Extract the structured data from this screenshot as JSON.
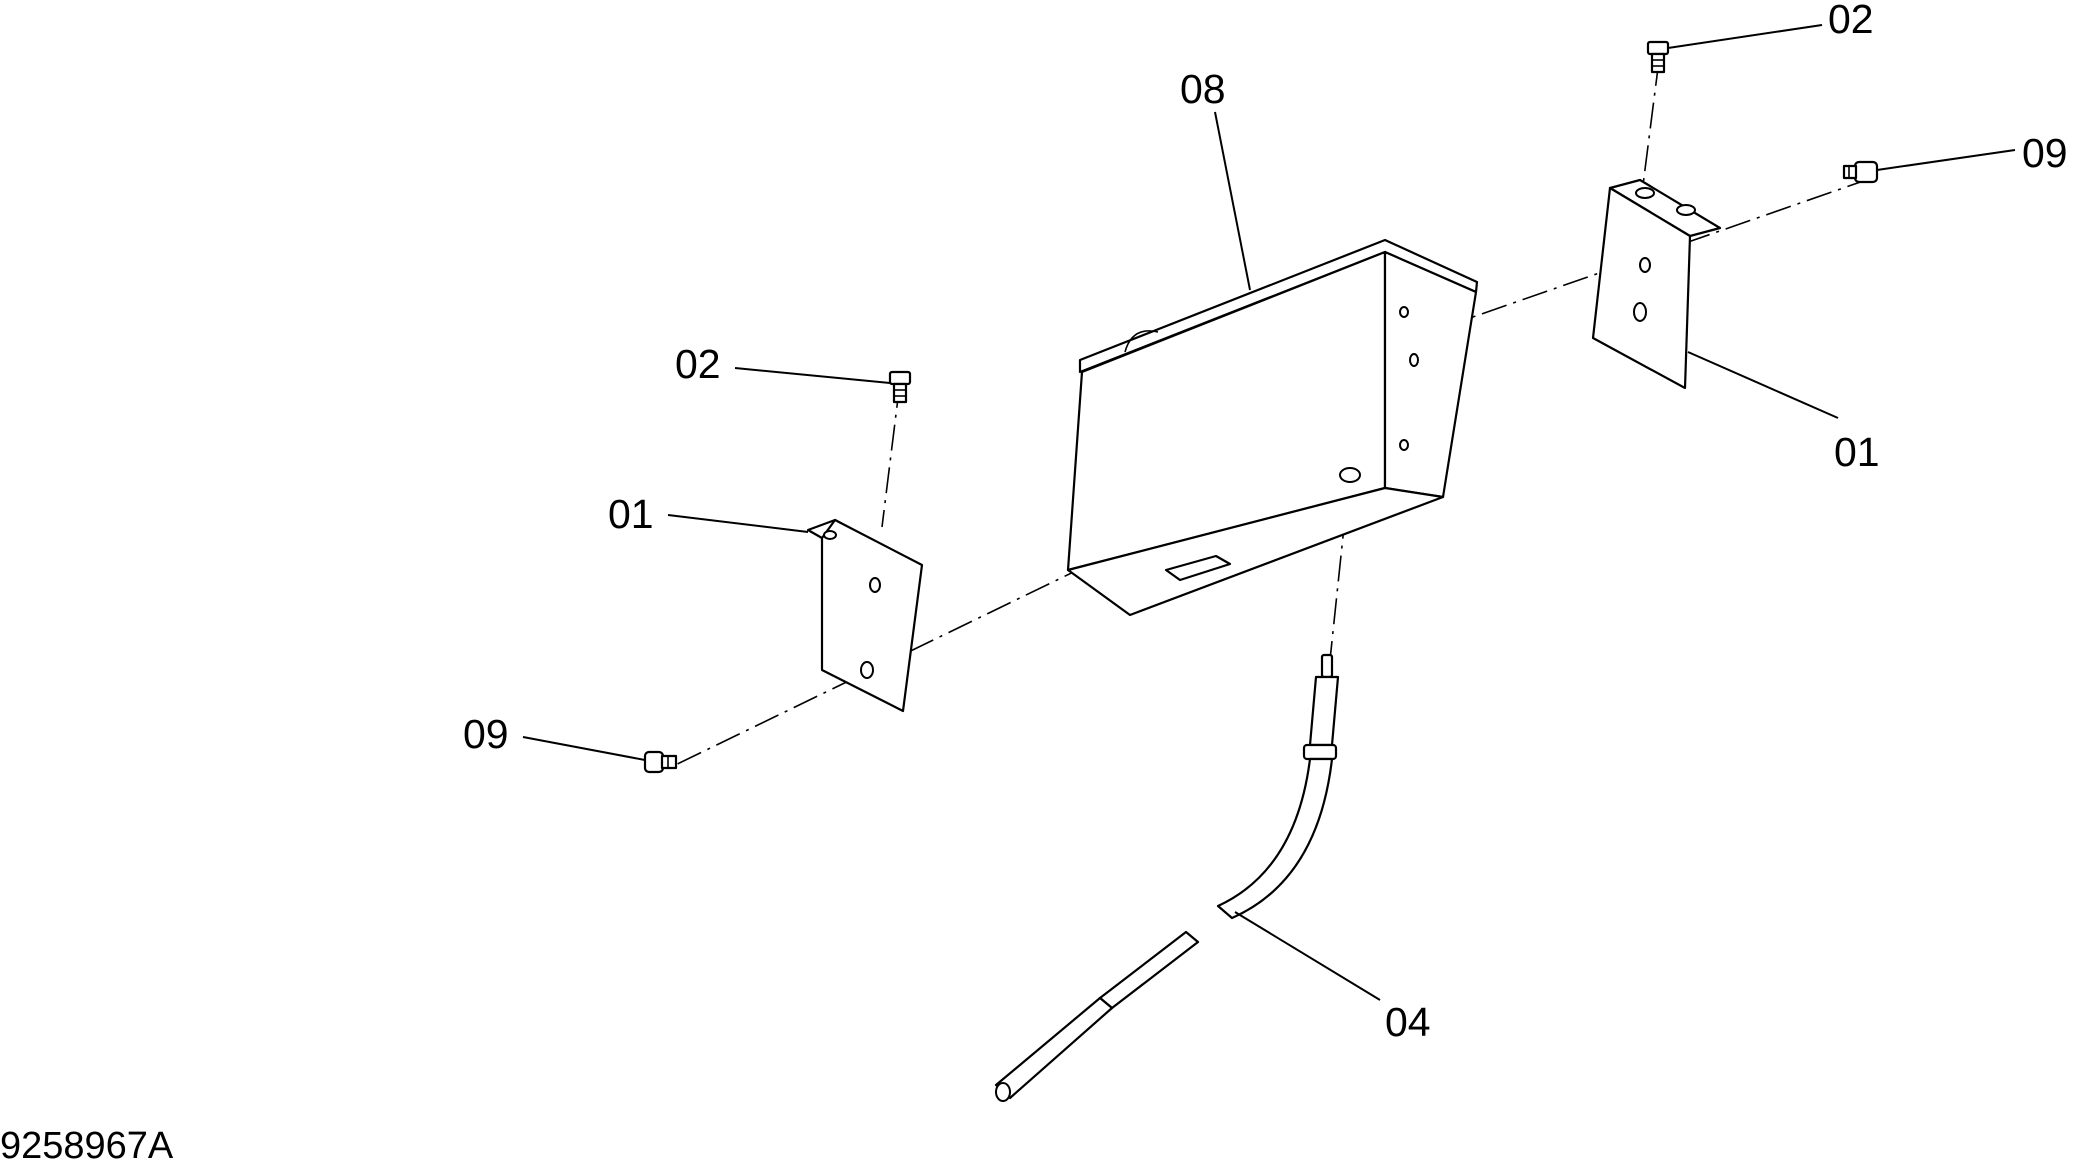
{
  "callouts": [
    {
      "id": "part-08",
      "label": "08"
    },
    {
      "id": "part-02-left",
      "label": "02"
    },
    {
      "id": "part-02-right",
      "label": "02"
    },
    {
      "id": "part-01-left",
      "label": "01"
    },
    {
      "id": "part-01-right",
      "label": "01"
    },
    {
      "id": "part-09-left",
      "label": "09"
    },
    {
      "id": "part-09-right",
      "label": "09"
    },
    {
      "id": "part-04",
      "label": "04"
    }
  ],
  "drawing_number": "9258967A"
}
